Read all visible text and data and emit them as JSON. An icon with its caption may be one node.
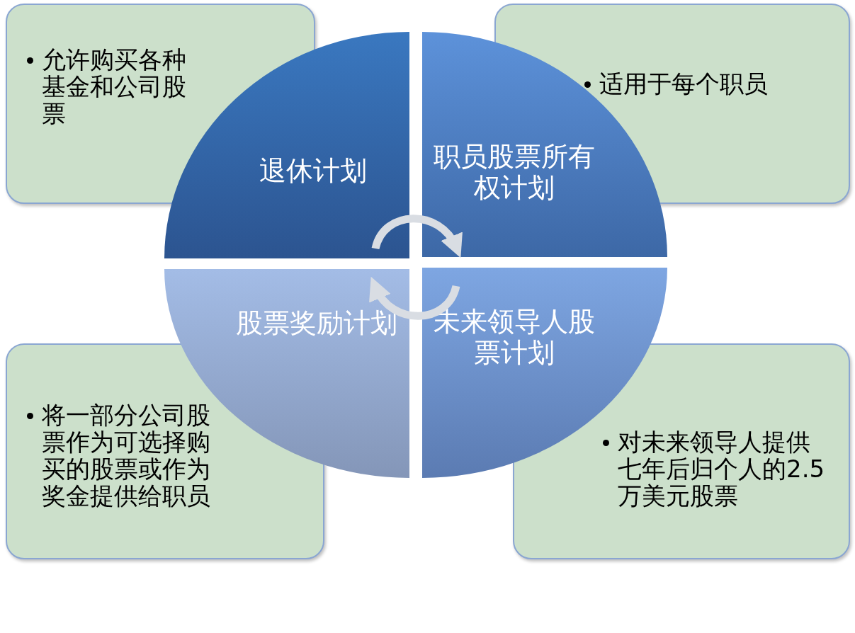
{
  "diagram": {
    "nodes": [
      {
        "text": [
          "允许购买各种基金和公司股票"
        ]
      },
      {
        "text": [
          "适用于每个职员"
        ]
      },
      {
        "text": [
          "退休计划"
        ]
      },
      {
        "text": [
          "职员股票所有权计划"
        ]
      },
      {
        "text": [
          "股票奖励计划"
        ]
      },
      {
        "text": [
          "未来领导人股票计划"
        ]
      },
      {
        "text": [
          "将一部分公司股票作为可选择购买的股票或作为奖金提供给职员"
        ]
      },
      {
        "text": [
          "对未来领导人提供七年后归个人的2.5万美元股票"
        ]
      }
    ],
    "edges": [
      {
        "from": 2,
        "to": 3,
        "arrow": "to"
      },
      {
        "from": 5,
        "to": 4,
        "arrow": "to"
      }
    ]
  }
}
